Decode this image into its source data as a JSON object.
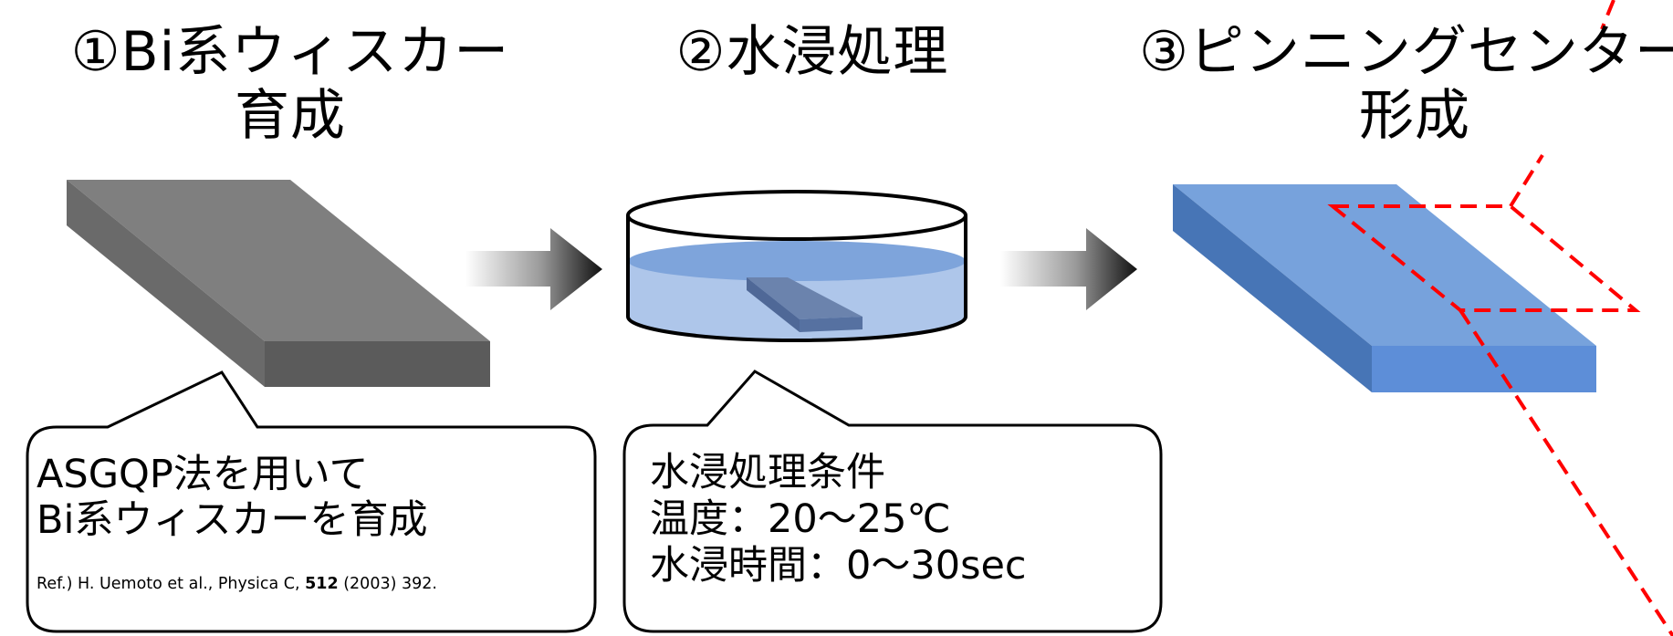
{
  "steps": [
    {
      "title_line1": "①Bi系ウィスカー",
      "title_line2": "育成"
    },
    {
      "title_line1": "②水浸処理"
    },
    {
      "title_line1": "③ピンニングセンター",
      "title_line2": "形成"
    }
  ],
  "callouts": {
    "growth": {
      "line1": "ASGQP法を用いて",
      "line2": "Bi系ウィスカーを育成",
      "ref_prefix": "Ref.) H. Uemoto et al., Physica C, ",
      "ref_volume": "512",
      "ref_suffix": " (2003) 392."
    },
    "water": {
      "line1": "水浸処理条件",
      "line2": "温度：20～25℃",
      "line3": "水浸時間：0～30sec"
    }
  },
  "colors": {
    "whisker_top": "#7f7f7f",
    "whisker_front": "#5b5b5b",
    "whisker_side": "#6a6a6a",
    "water_top": "#7ea4db",
    "water_body": "#aec6ea",
    "treated_top": "#77a2dc",
    "treated_front": "#5d8ed8",
    "treated_side": "#4775b6",
    "dash_red": "#ff0000"
  },
  "icons": [
    "right-arrow-icon",
    "right-arrow-icon"
  ]
}
